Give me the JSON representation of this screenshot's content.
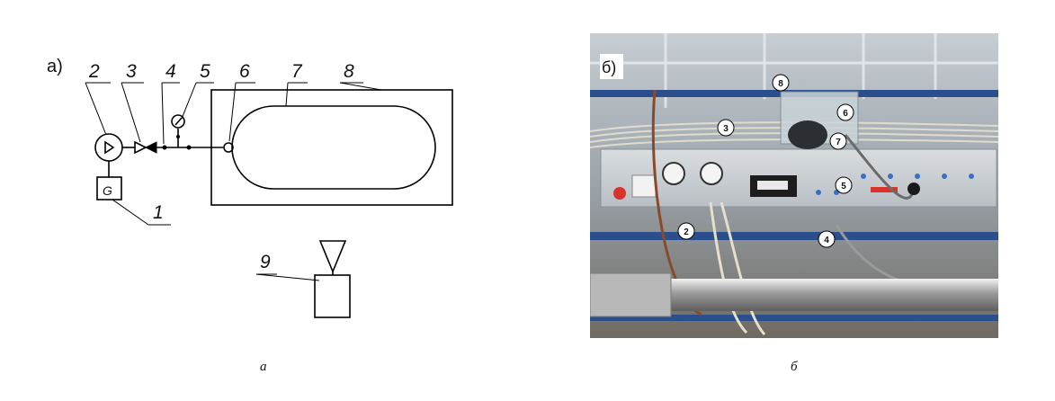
{
  "schematic": {
    "panel_label": "а)",
    "part_numbers": [
      "1",
      "2",
      "3",
      "4",
      "5",
      "6",
      "7",
      "8",
      "9"
    ],
    "generator_symbol": "G",
    "caption": "а"
  },
  "photo": {
    "panel_label": "б)",
    "markers": [
      "2",
      "3",
      "4",
      "5",
      "6",
      "7",
      "8"
    ],
    "caption": "б"
  }
}
